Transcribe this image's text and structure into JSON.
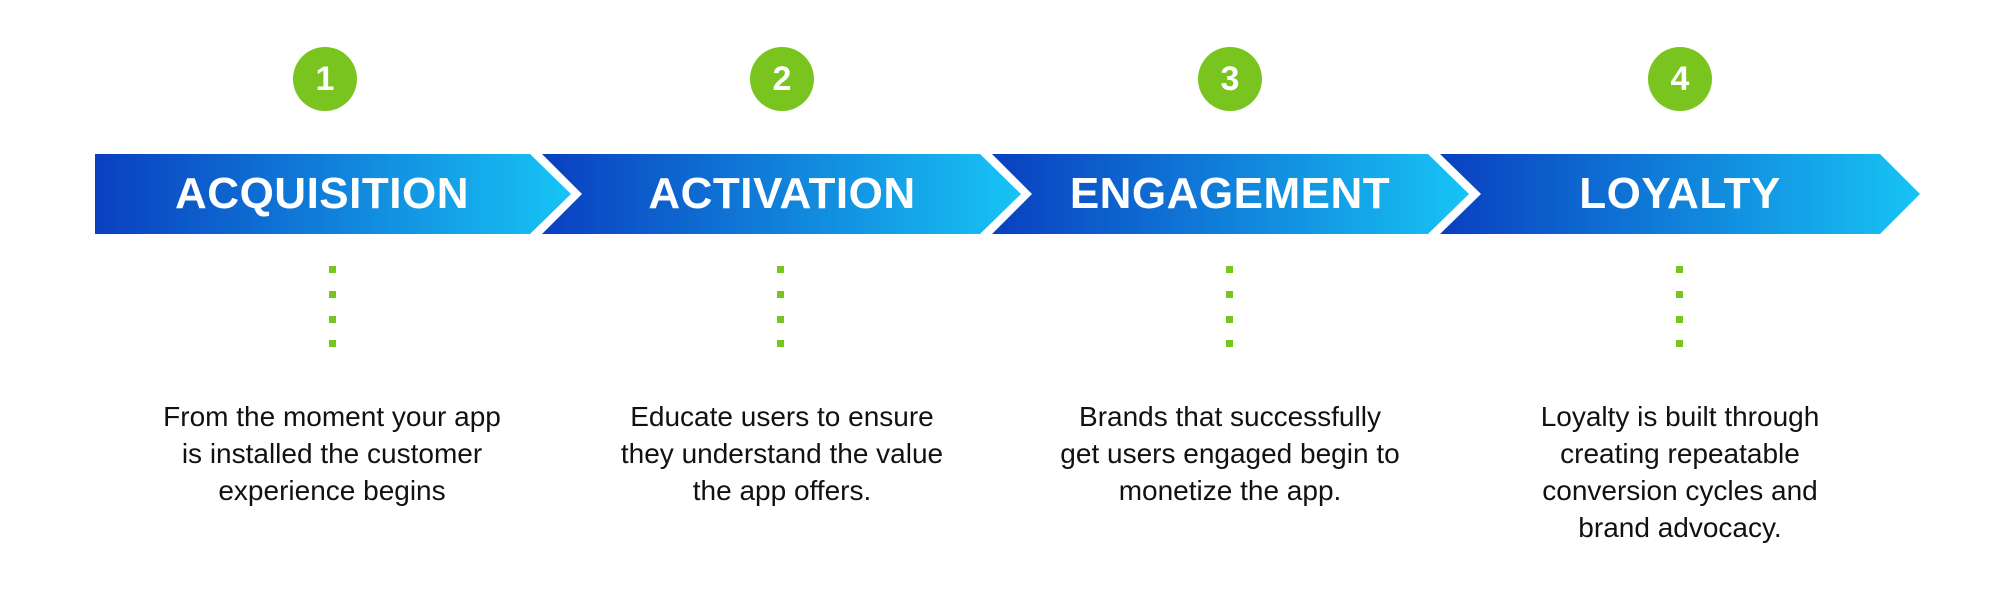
{
  "stages": [
    {
      "number": "1",
      "label": "ACQUISITION",
      "description": "From the moment your app is installed the customer experience begins"
    },
    {
      "number": "2",
      "label": "ACTIVATION",
      "description": "Educate users to ensure they understand the value the app offers."
    },
    {
      "number": "3",
      "label": "ENGAGEMENT",
      "description": "Brands that successfully get users engaged begin to monetize the app."
    },
    {
      "number": "4",
      "label": "LOYALTY",
      "description": "Loyalty is built through creating repeatable conversion cycles and brand advocacy."
    }
  ],
  "colors": {
    "arrow_start": "#0a3fc0",
    "arrow_end": "#17c4f5",
    "accent_green": "#7ac41f",
    "text": "#111111"
  }
}
